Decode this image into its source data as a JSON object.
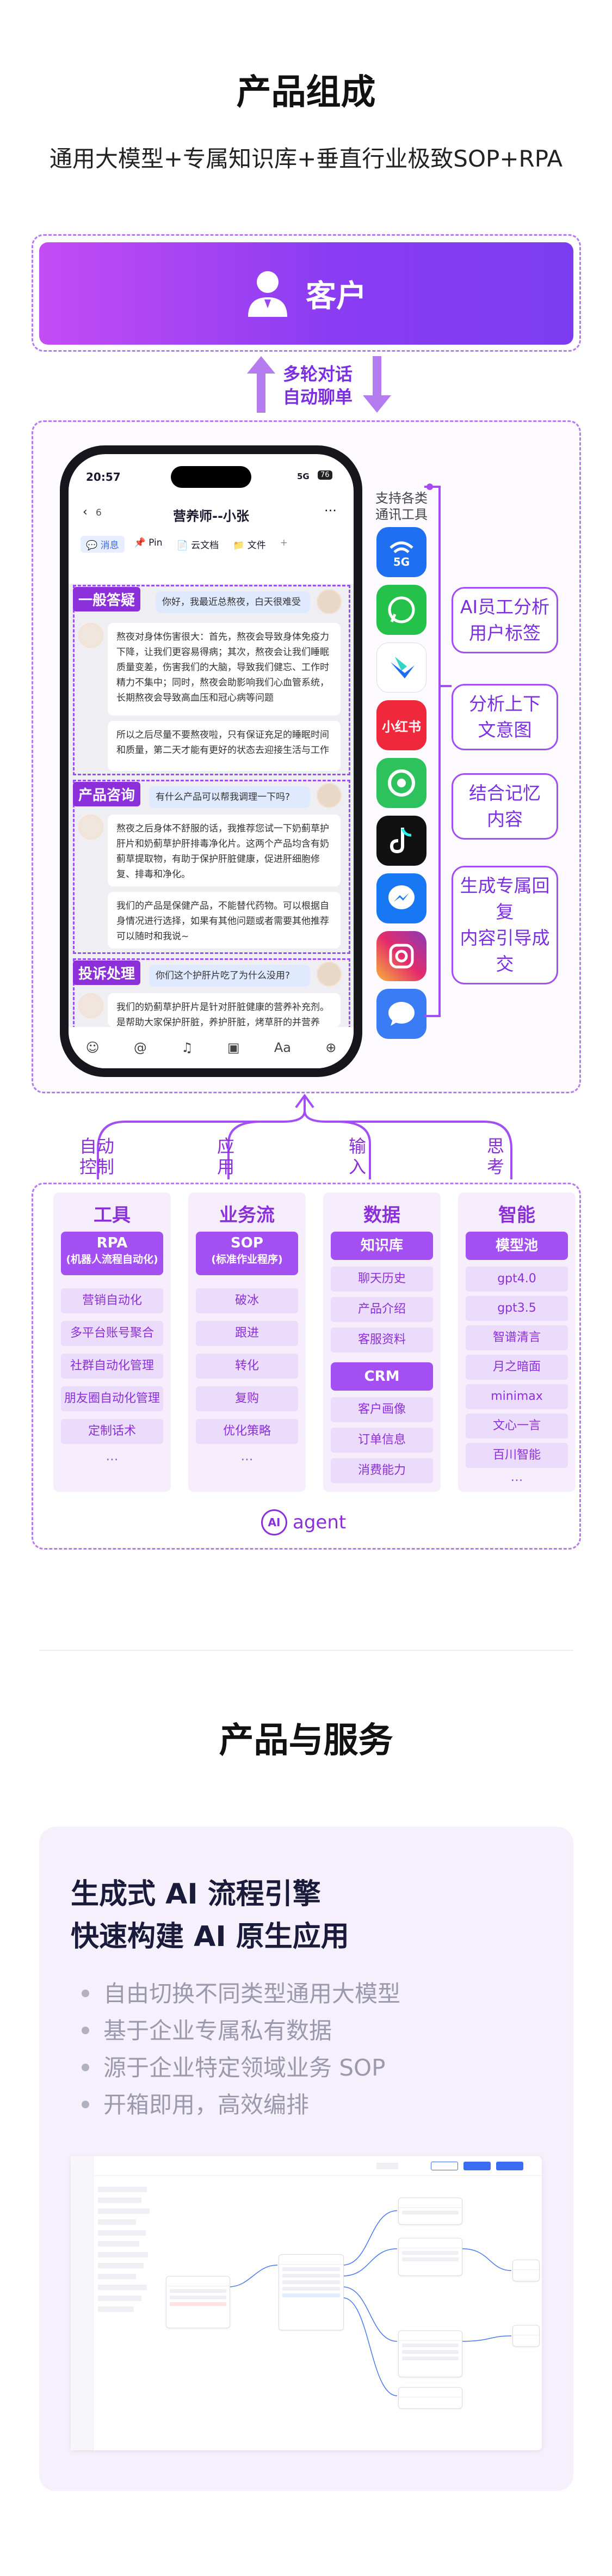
{
  "section1": {
    "title": "产品组成",
    "subtitle": "通用大模型+专属知识库+垂直行业极致SOP+RPA"
  },
  "customer": {
    "label": "客户",
    "icon": "user-icon"
  },
  "dialog_note": [
    "多轮对话",
    "自动聊单"
  ],
  "phone": {
    "time": "20:57",
    "signal": "5G",
    "battery": "76",
    "chat_count": "6",
    "chat_title": "营养师--小张",
    "tabs": [
      "消息",
      "Pin",
      "云文档",
      "文件"
    ],
    "tags": [
      "一般答疑",
      "产品咨询",
      "投诉处理"
    ],
    "user_msgs": [
      "你好，我最近总熬夜，白天很难受",
      "有什么产品可以帮我调理一下吗?",
      "你们这个护肝片吃了为什么没用?"
    ],
    "reply1a": "熬夜对身体伤害很大：首先，熬夜会导致身体免疫力下降，让我们更容易得病；其次，熬夜会让我们睡眠质量变差，伤害我们的大脑，导致我们健忘、工作时精力不集中；同时，熬夜会助影响我们心血管系统，长期熬夜会导致高血压和冠心病等问题",
    "reply1b": "所以之后尽量不要熬夜啦，只有保证充足的睡眠时间和质量，第二天才能有更好的状态去迎接生活与工作",
    "reply2a": "熬夜之后身体不舒服的话，我推荐您试一下奶蓟草护肝片和奶蓟草护肝排毒净化片。这两个产品均含有奶蓟草提取物，有助于保护肝脏健康，促进肝细胞修复、排毒和净化。",
    "reply2b": "我们的产品是保健产品，不能替代药物。可以根据自身情况进行选择，如果有其他问题或者需要其他推荐可以随时和我说~",
    "reply3": "我们的奶蓟草护肝片是针对肝脏健康的营养补充剂。是帮助大家保护肝脏，养护肝脏，烤草肝的并营养品，是不能替代药物"
  },
  "apps": {
    "note": [
      "支持各类",
      "通讯工具"
    ],
    "list": [
      "5G",
      "WhatsApp",
      "飞书",
      "小红书",
      "微信",
      "抖音",
      "Messenger",
      "Instagram",
      "短信"
    ]
  },
  "ai_features": [
    [
      "AI员工分析",
      "用户标签"
    ],
    [
      "分析上下",
      "文意图"
    ],
    [
      "结合记忆",
      "内容"
    ],
    [
      "生成专属回复",
      "内容引导成交"
    ]
  ],
  "connectors": [
    [
      "自动",
      "控制"
    ],
    [
      "应",
      "用"
    ],
    [
      "输",
      "入"
    ],
    [
      "思",
      "考"
    ]
  ],
  "columns": [
    {
      "title": "工具",
      "head": [
        "RPA",
        "(机器人流程自动化)"
      ],
      "items": [
        "营销自动化",
        "多平台账号聚合",
        "社群自动化管理",
        "朋友圈自动化管理",
        "定制话术"
      ]
    },
    {
      "title": "业务流",
      "head": [
        "SOP",
        "(标准作业程序)"
      ],
      "items": [
        "破冰",
        "跟进",
        "转化",
        "复购",
        "优化策略"
      ]
    },
    {
      "title": "数据",
      "head": [
        "知识库"
      ],
      "items": [
        "聊天历史",
        "产品介绍",
        "客服资料"
      ],
      "head2": [
        "CRM"
      ],
      "items2": [
        "客户画像",
        "订单信息",
        "消费能力"
      ]
    },
    {
      "title": "智能",
      "head": [
        "模型池"
      ],
      "items": [
        "gpt4.0",
        "gpt3.5",
        "智谱清言",
        "月之暗面",
        "minimax",
        "文心一言",
        "百川智能"
      ]
    }
  ],
  "ellipsis": "...",
  "agent": {
    "badge": "AI",
    "label": "agent"
  },
  "section2": {
    "title": "产品与服务",
    "headline": [
      "生成式 AI 流程引擎",
      "快速构建 AI 原生应用"
    ],
    "bullets": [
      "自由切换不同类型通用大模型",
      "基于企业专属私有数据",
      "源于企业特定领域业务 SOP",
      "开箱即用，高效编排"
    ]
  },
  "colors": {
    "purple": "#8b2fd9",
    "accent": "#a44ff2",
    "gradient_from": "#c44cf4",
    "gradient_to": "#7b3df0"
  }
}
